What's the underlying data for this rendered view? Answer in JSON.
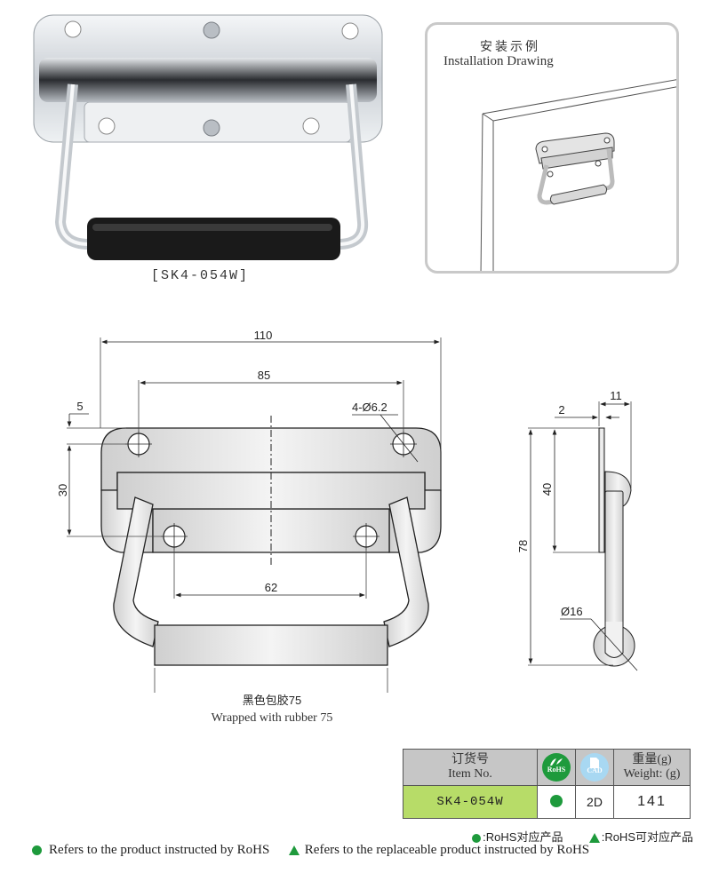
{
  "product": {
    "model_caption": "[SK4-054W]",
    "photo_alt": "Chrome spring-loaded chest handle with black rubber grip"
  },
  "installation": {
    "title_cn": "安装示例",
    "title_en": "Installation Drawing"
  },
  "front_view": {
    "dimensions": {
      "overall_width": "110",
      "hole_spacing_top": "85",
      "hole_spacing_bottom": "62",
      "edge_offset": "5",
      "vertical_hole_spacing": "30",
      "hole_spec": "4-Ø6.2"
    },
    "rubber_label_cn": "黑色包胶75",
    "rubber_label_en": "Wrapped with rubber 75"
  },
  "side_view": {
    "dimensions": {
      "depth": "11",
      "plate_thickness": "2",
      "plate_height": "40",
      "overall_height": "78",
      "grip_diameter": "Ø16"
    }
  },
  "spec_table": {
    "headers": {
      "item_cn": "订货号",
      "item_en": "Item No.",
      "rohs_icon": "RoHS",
      "cad_icon": "CAD",
      "weight_cn": "重量(g)",
      "weight_en": "Weight: (g)"
    },
    "rows": [
      {
        "item_no": "SK4-054W",
        "rohs": "●",
        "cad": "2D",
        "weight": "141"
      }
    ]
  },
  "legend": {
    "rohs_cn": ":RoHS对应产品",
    "rohs_replaceable_cn": ":RoHS可对应产品",
    "rohs_en": "Refers to the product instructed by RoHS",
    "rohs_replaceable_en": "Refers to the replaceable product instructed by RoHS"
  },
  "colors": {
    "rohs_green": "#1e9a3c",
    "item_cell_green": "#b7dc68",
    "header_gray": "#c6c6c6",
    "cad_blue": "#a8d8f2"
  }
}
